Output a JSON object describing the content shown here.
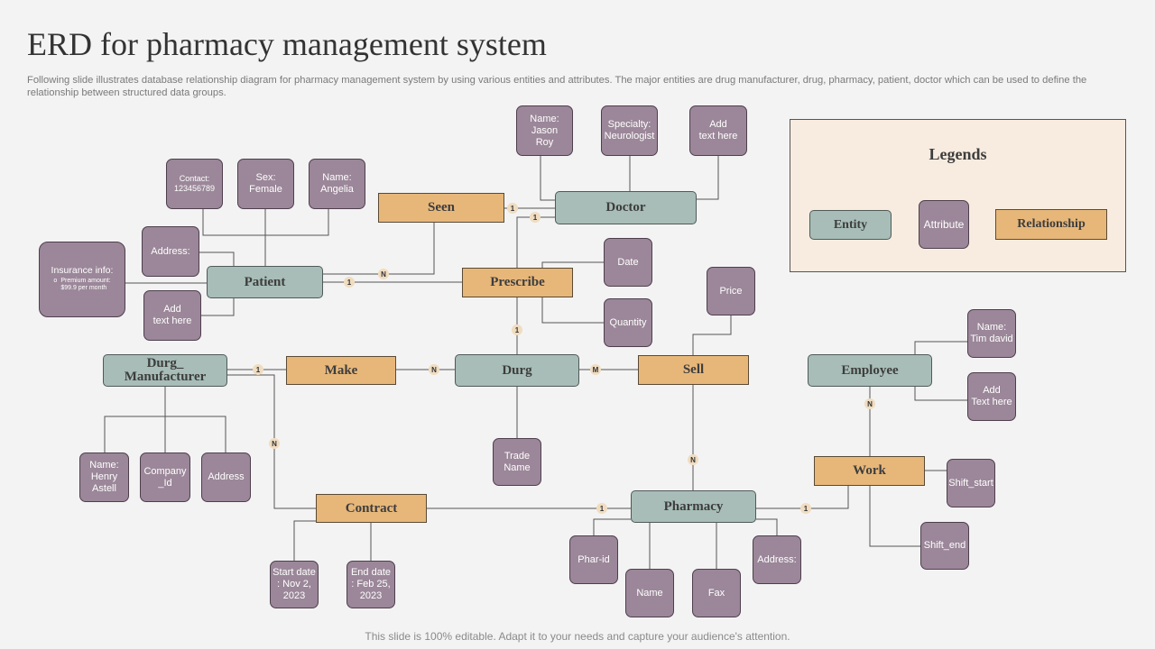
{
  "title": "ERD for pharmacy management system",
  "subtitle": "Following slide illustrates database relationship diagram for pharmacy management system by using various entities and attributes. The major entities are drug manufacturer, drug, pharmacy, patient, doctor which can be used to define the relationship between structured data groups.",
  "footer": "This slide is 100% editable. Adapt it to your needs and capture your audience's attention.",
  "colors": {
    "entity": "#a8bdb7",
    "relationship": "#e7b77a",
    "attribute": "#9b8799",
    "legend_bg": "#f8ece0",
    "badge": "#f0dcc0",
    "background": "#f3f3f3"
  },
  "entities": {
    "doctor": "Doctor",
    "patient": "Patient",
    "drug": "Durg",
    "manufacturer": "Durg_\nManufacturer",
    "pharmacy": "Pharmacy",
    "employee": "Employee"
  },
  "relationships": {
    "seen": "Seen",
    "prescribe": "Prescribe",
    "make": "Make",
    "sell": "Sell",
    "contract": "Contract",
    "work": "Work"
  },
  "attributes": {
    "doctor_name": "Name:\nJason\nRoy",
    "doctor_specialty": "Specialty:\nNeurologist",
    "doctor_add": "Add\ntext here",
    "patient_contact": "Contact:\n123456789",
    "patient_sex": "Sex:\nFemale",
    "patient_name": "Name:\nAngelia",
    "patient_address": "Address:",
    "patient_add": "Add\ntext here",
    "prescribe_date": "Date",
    "prescribe_quantity": "Quantity",
    "sell_price": "Price",
    "drug_trade_name": "Trade\nName",
    "manufacturer_name": "Name:\nHenry\nAstell",
    "manufacturer_company_id": "Company\n_Id",
    "manufacturer_address": "Address",
    "contract_start": "Start date\n: Nov 2,\n2023",
    "contract_end": "End date\n: Feb 25,\n2023",
    "pharmacy_id": "Phar-id",
    "pharmacy_name": "Name",
    "pharmacy_fax": "Fax",
    "pharmacy_address": "Address:",
    "employee_name": "Name:\nTim david",
    "employee_add": "Add\nText here",
    "work_shift_start": "Shift_start",
    "work_shift_end": "Shift_end"
  },
  "insurance": {
    "title": "Insurance info:",
    "bullet": "o",
    "detail": "Premium amount:\n$99.9  per month"
  },
  "cardinalities": {
    "seen_doctor": "1",
    "prescribe_doctor": "1",
    "patient_seen": "N",
    "patient_prescribe": "1",
    "prescribe_drug": "1",
    "manufacturer_make": "1",
    "make_drug": "N",
    "drug_sell": "M",
    "sell_pharmacy": "N",
    "manufacturer_contract": "N",
    "contract_pharmacy": "1",
    "pharmacy_work": "1",
    "employee_work": "N"
  },
  "legend": {
    "title": "Legends",
    "entity": "Entity",
    "attribute": "Attribute",
    "relationship": "Relationship"
  }
}
